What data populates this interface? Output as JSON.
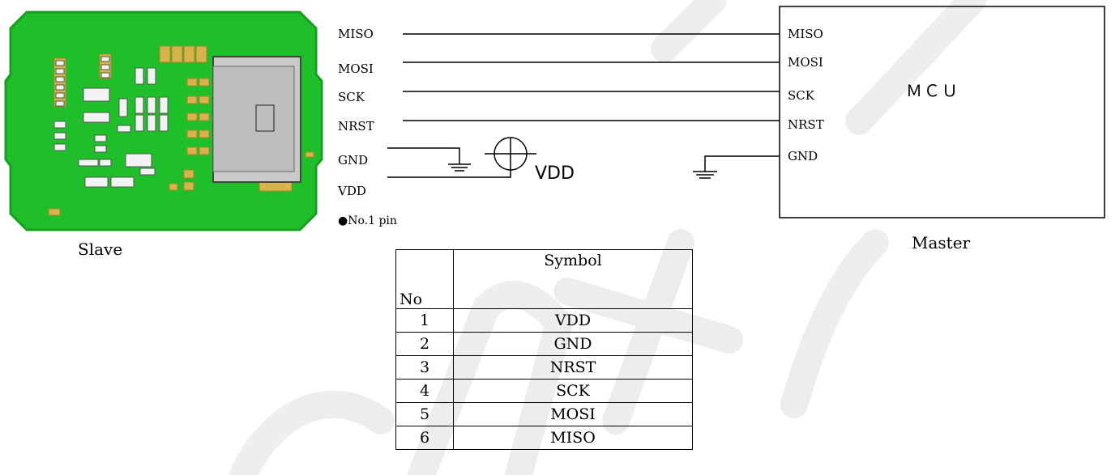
{
  "slave": {
    "caption": "Slave"
  },
  "connector_pins": [
    "MISO",
    "MOSI",
    "SCK",
    "NRST",
    "GND",
    "VDD"
  ],
  "pin1_note": "●No.1 pin",
  "supply_label": "VDD",
  "master": {
    "caption": "Master",
    "mcu_label": "ＭＣＵ",
    "pins": [
      "MISO",
      "MOSI",
      "SCK",
      "NRST",
      "GND"
    ]
  },
  "pin_table": {
    "headers": {
      "no": "No",
      "symbol": "Symbol"
    },
    "rows": [
      {
        "no": "1",
        "symbol": "VDD"
      },
      {
        "no": "2",
        "symbol": "GND"
      },
      {
        "no": "3",
        "symbol": "NRST"
      },
      {
        "no": "4",
        "symbol": "SCK"
      },
      {
        "no": "5",
        "symbol": "MOSI"
      },
      {
        "no": "6",
        "symbol": "MISO"
      }
    ]
  },
  "colors": {
    "pcb_green": "#1fbf2a",
    "pcb_edge": "#16a020",
    "pad_gold": "#d8b24a",
    "connector_gray": "#bdbdbd",
    "component_white": "#f2f2f2",
    "watermark": "#e9e9e9"
  }
}
